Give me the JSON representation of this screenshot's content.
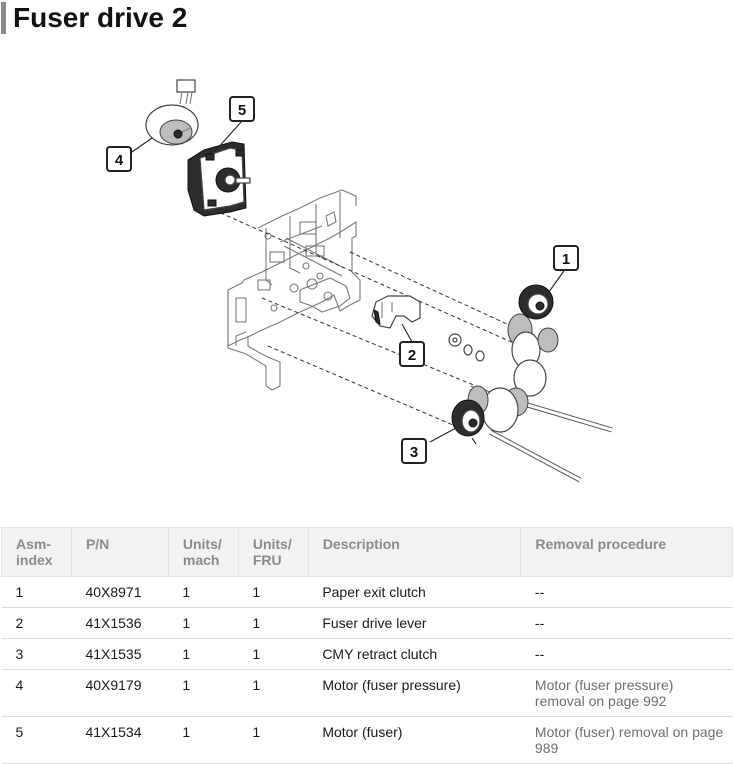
{
  "page": {
    "title": "Fuser drive 2"
  },
  "diagram": {
    "callouts": [
      "1",
      "2",
      "3",
      "4",
      "5"
    ]
  },
  "table": {
    "headers": [
      "Asm-\nindex",
      "P/N",
      "Units/\nmach",
      "Units/\nFRU",
      "Description",
      "Removal procedure"
    ],
    "rows": [
      [
        "1",
        "40X8971",
        "1",
        "1",
        "Paper exit clutch",
        "--"
      ],
      [
        "2",
        "41X1536",
        "1",
        "1",
        "Fuser drive lever",
        "--"
      ],
      [
        "3",
        "41X1535",
        "1",
        "1",
        "CMY retract clutch",
        "--"
      ],
      [
        "4",
        "40X9179",
        "1",
        "1",
        "Motor (fuser pressure)",
        "Motor (fuser pressure) removal on page 992"
      ],
      [
        "5",
        "41X1534",
        "1",
        "1",
        "Motor (fuser)",
        "Motor (fuser) removal on page 989"
      ]
    ]
  }
}
